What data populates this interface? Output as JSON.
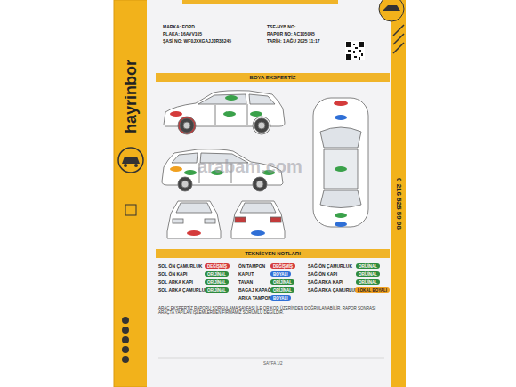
{
  "diagram": {
    "nodes": [
      {
        "text": [
          "BOYA EKSPERTİZ"
        ]
      },
      {
        "text": [
          "TEKNİSYEN NOTLARI"
        ]
      },
      {
        "text": [
          "DEĞİŞMİŞ"
        ]
      },
      {
        "text": [
          "DEĞİŞMİŞ"
        ]
      },
      {
        "text": [
          "ORİJİNAL"
        ]
      },
      {
        "text": [
          "ORİJİNAL"
        ]
      },
      {
        "text": [
          "BOYALI"
        ]
      },
      {
        "text": [
          "ORİJİNAL"
        ]
      },
      {
        "text": [
          "ORİJİNAL"
        ]
      },
      {
        "text": [
          "ORİJİNAL"
        ]
      },
      {
        "text": [
          "ORİJİNAL"
        ]
      },
      {
        "text": [
          "ORİJİNAL"
        ]
      },
      {
        "text": [
          "ORİJİNAL"
        ]
      },
      {
        "text": [
          "LOKAL BOYALI"
        ]
      },
      {
        "text": [
          "BOYALI"
        ]
      }
    ],
    "labels": [
      "MARKA: FORD",
      "TSE-HYB NO:",
      "PLAKA: 16AVV105",
      "RAPOR NO: AC105045",
      "ŞASİ NO: WF0JXXGAJJJR38245",
      "TARİH: 1 AĞU 2025 11:17",
      "hayrinbor",
      "0 216 525 59 98",
      "arabam.com",
      "SOL ÖN ÇAMURLUK",
      "ÖN TAMPON",
      "SAĞ ÖN ÇAMURLUK",
      "SOL ÖN KAPI",
      "KAPUT",
      "SAĞ ÖN KAPI",
      "SOL ARKA KAPI",
      "TAVAN",
      "SAĞ ARKA KAPI",
      "SOL ARKA ÇAMURLUK",
      "BAGAJ KAPAĞI",
      "SAĞ ARKA ÇAMURLUK",
      "ARKA TAMPON",
      "ARAÇ EKSPERTİZ RAPORU SORGULAMA SAYFASI İLE QR KOD ÜZERİNDEN DOĞRULANABİLİR. RAPOR SONRASI ARAÇTA YAPILAN İŞLEMLERDEN FİRMAMIZ SORUMLU DEĞİLDİR.",
      "SAYFA 1/2"
    ]
  }
}
